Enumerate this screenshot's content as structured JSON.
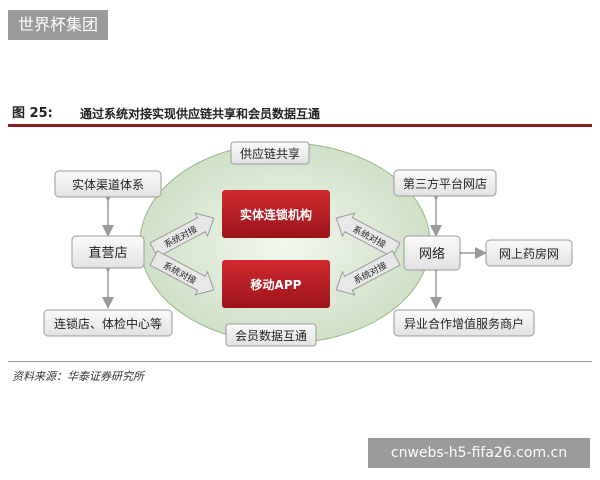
{
  "watermark_top": "世界杯集团",
  "watermark_bottom": "cnwebs-h5-fifa26.com.cn",
  "figure": {
    "number": "图 25:",
    "title": "通过系统对接实现供应链共享和会员数据互通",
    "source": "资料来源：华泰证券研究所"
  },
  "nodes": {
    "supply_chain": "供应链共享",
    "member_data": "会员数据互通",
    "chain_org": "实体连锁机构",
    "mobile_app": "移动APP",
    "physical_channels": "实体渠道体系",
    "direct_store": "直营店",
    "chain_clinic": "连锁店、体检中心等",
    "third_party": "第三方平台网店",
    "network": "网络",
    "online_pharmacy": "网上药房网",
    "cross_industry": "异业合作增值服务商户"
  },
  "arrow_label": "系统对接",
  "colors": {
    "ellipse_fill": "#d8e6d0",
    "red_box": "#b81c22",
    "gray_box": "#eeeeee",
    "header_rule": "#8b1d1d"
  }
}
